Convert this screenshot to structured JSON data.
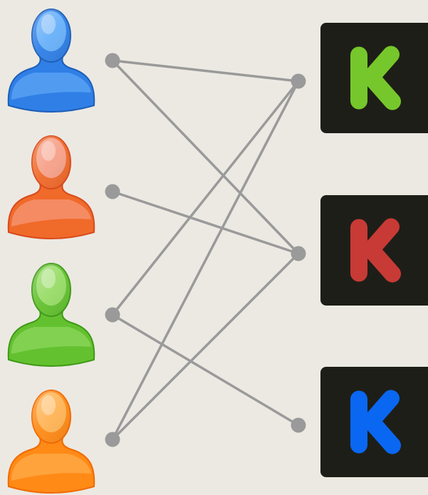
{
  "diagram": {
    "background": "#ece9e3",
    "connector_color": "#9a9a9a",
    "users": [
      {
        "id": "u1",
        "icon": "user-icon",
        "color": "#2f7fe6",
        "highlight": "#7cc0ff",
        "dark": "#1d5fb7"
      },
      {
        "id": "u2",
        "icon": "user-icon",
        "color": "#f06a2a",
        "highlight": "#f8b3a8",
        "dark": "#d94a1b"
      },
      {
        "id": "u3",
        "icon": "user-icon",
        "color": "#63c12f",
        "highlight": "#a9e47c",
        "dark": "#3f9a17"
      },
      {
        "id": "u4",
        "icon": "user-icon",
        "color": "#ff8a16",
        "highlight": "#ffc16b",
        "dark": "#f06a00"
      }
    ],
    "tiles": [
      {
        "id": "k1",
        "letter": "K",
        "icon": "kickstarter-logo-icon",
        "letter_color": "#76c72b",
        "bg": "#1e1e18"
      },
      {
        "id": "k2",
        "letter": "K",
        "icon": "kickstarter-logo-icon",
        "letter_color": "#c83a36",
        "bg": "#1e1e18"
      },
      {
        "id": "k3",
        "letter": "K",
        "icon": "kickstarter-logo-icon",
        "letter_color": "#0a67f2",
        "bg": "#1e1e18"
      }
    ],
    "edges": [
      [
        "u1",
        "k1"
      ],
      [
        "u1",
        "k2"
      ],
      [
        "u2",
        "k2"
      ],
      [
        "u3",
        "k1"
      ],
      [
        "u3",
        "k3"
      ],
      [
        "u4",
        "k1"
      ],
      [
        "u4",
        "k2"
      ]
    ]
  }
}
